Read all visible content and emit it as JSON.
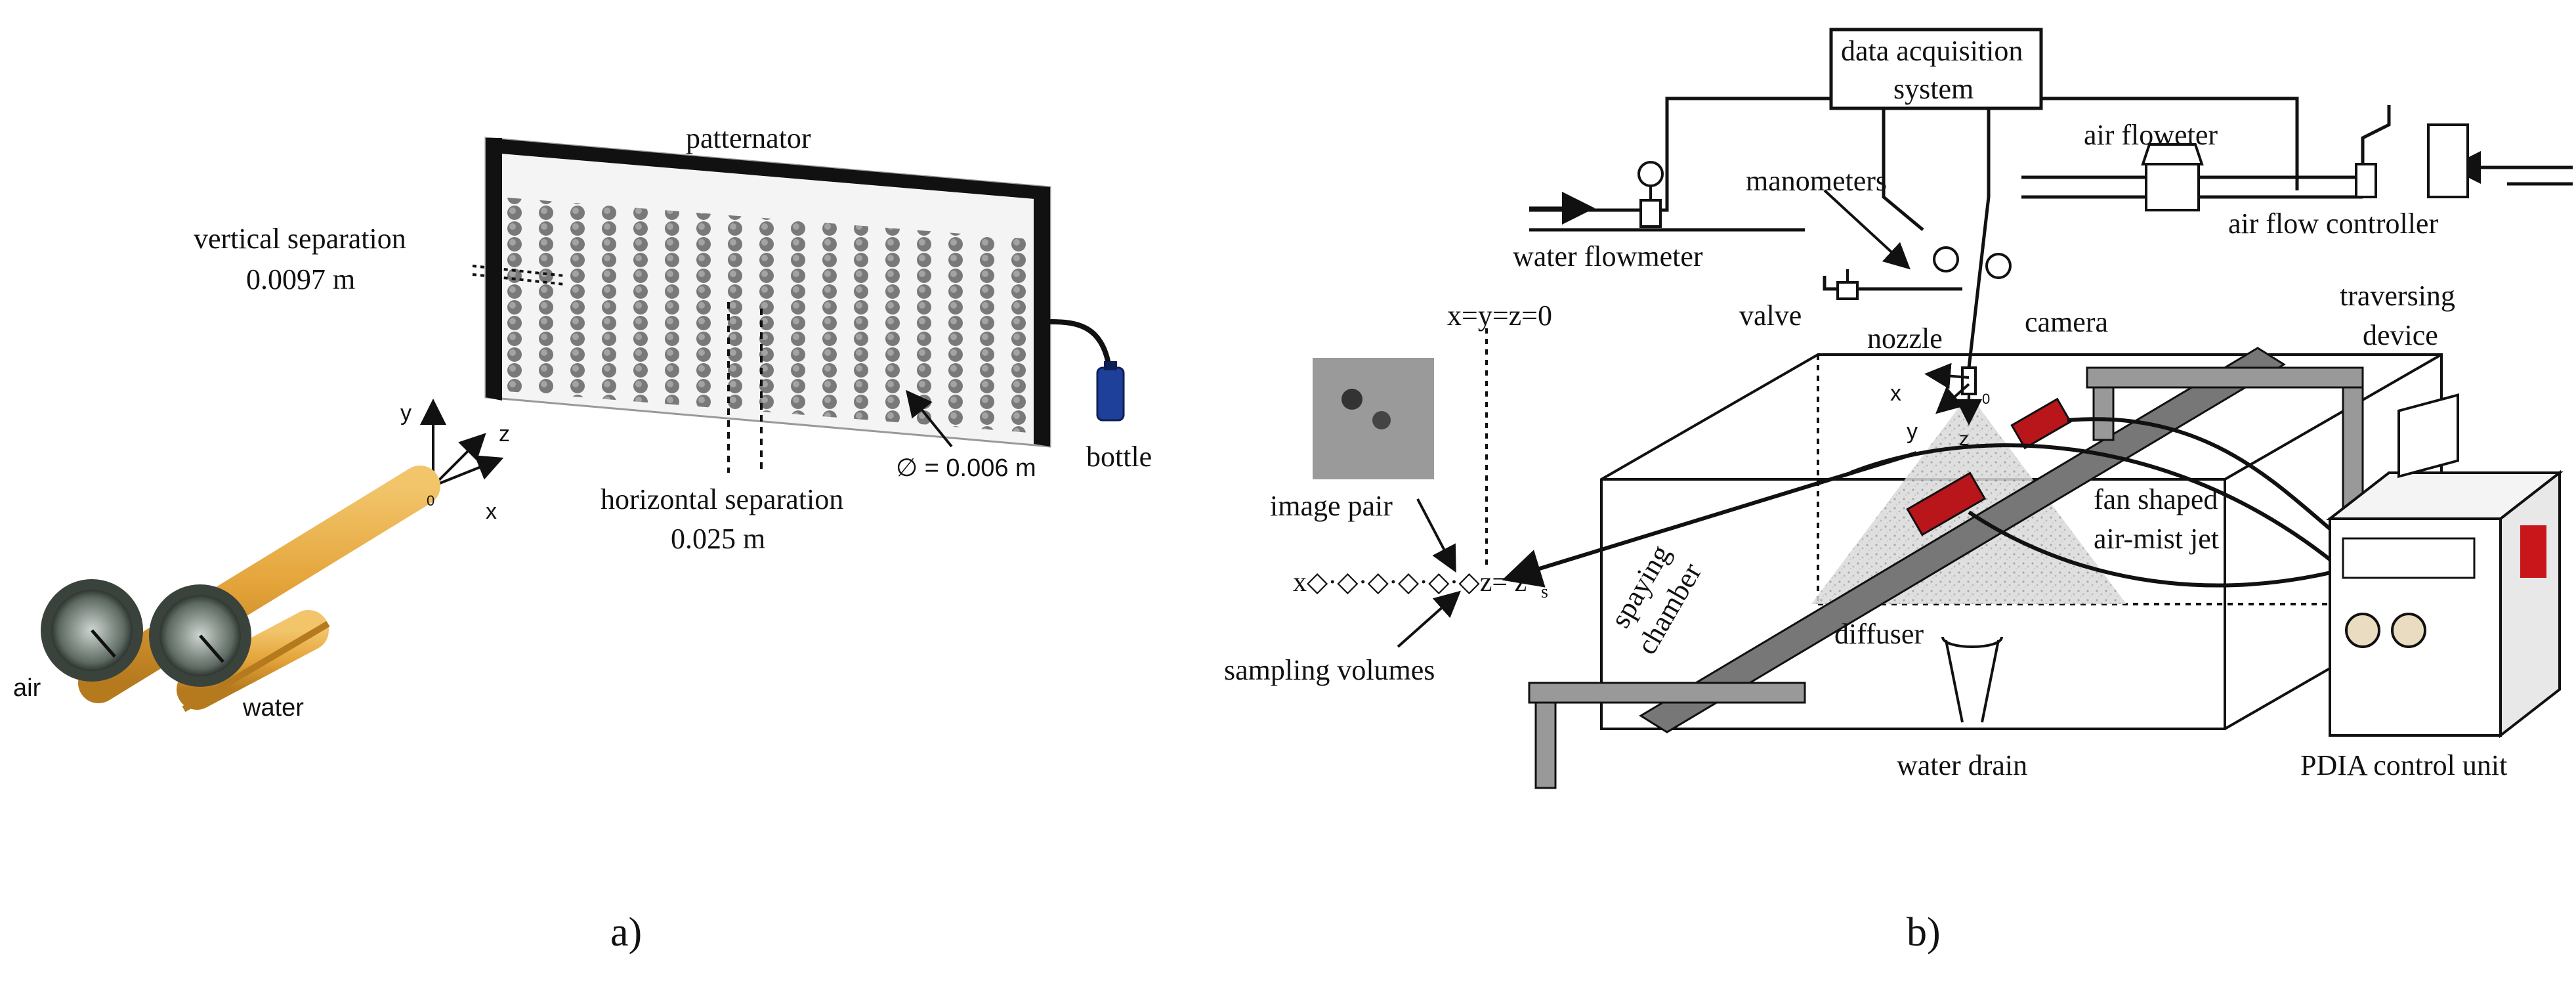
{
  "panel_a": {
    "caption": "a)",
    "patternator": "patternator",
    "vertical_separation": "vertical separation",
    "vertical_separation_value": "0.0097 m",
    "horizontal_separation": "horizontal separation",
    "horizontal_separation_value": "0.025 m",
    "diameter": "∅ = 0.006 m",
    "bottle": "bottle",
    "air": "air",
    "water": "water",
    "axis_x": "x",
    "axis_y": "y",
    "axis_z": "z",
    "origin": "0"
  },
  "panel_b": {
    "caption": "b)",
    "data_acquisition_line1": "data acquisition",
    "data_acquisition_line2": "system",
    "air_flowmeter": "air floweter",
    "air_flow_controller": "air flow controller",
    "manometers": "manometers",
    "water_flowmeter": "water flowmeter",
    "valve": "valve",
    "xyz_origin": "x=y=z=0",
    "nozzle": "nozzle",
    "camera": "camera",
    "traversing_line1": "traversing",
    "traversing_line2": "device",
    "image_pair": "image pair",
    "sampling_row": "x◇·◇·◇·◇·◇·◇z= z",
    "sampling_sub": "s",
    "sampling_volumes": "sampling volumes",
    "spraying_line1": "spaying",
    "spraying_line2": "chamber",
    "fan_line1": "fan shaped",
    "fan_line2": "air-mist jet",
    "diffuser": "diffuser",
    "water_drain": "water drain",
    "pdia": "PDIA control unit",
    "axis_x": "x",
    "axis_y": "y",
    "axis_z": "z",
    "origin": "0"
  }
}
